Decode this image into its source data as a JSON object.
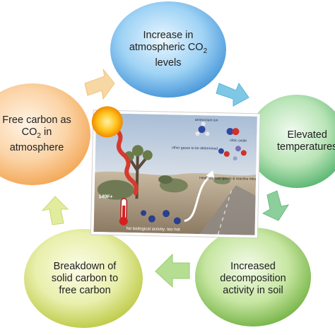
{
  "nodes": [
    {
      "id": "top",
      "lines": [
        "Increase in",
        "atmospheric CO",
        "levels"
      ],
      "sub": "2",
      "color": "#3d8fd6"
    },
    {
      "id": "right",
      "lines": [
        "Elevated",
        "temperatures"
      ],
      "color": "#4fb06a"
    },
    {
      "id": "bottom-right",
      "lines": [
        "Increased",
        "decomposition",
        "activity in soil"
      ],
      "color": "#6cae3c"
    },
    {
      "id": "bottom-left",
      "lines": [
        "Breakdown of",
        "solid carbon to",
        "free carbon"
      ],
      "color": "#b8c63a"
    },
    {
      "id": "left",
      "lines": [
        "Free carbon as",
        "CO",
        " in",
        "atmosphere"
      ],
      "sub": "2",
      "color": "#f2a24e"
    }
  ],
  "arrows": {
    "colors": [
      "#7ec8e6",
      "#8ccf9a",
      "#b5de93",
      "#e1ec9d",
      "#f7d7a3"
    ]
  },
  "photo": {
    "temperature": "140F+",
    "no_activity": "No biological activity: too hot",
    "label_ammonium": "ammonium ion",
    "label_nitric_oxide": "nitric oxide",
    "label_other_gases": "other gases to be determined",
    "label_heat": "Heat releases gases & reactive nitrogen species"
  },
  "colors": {
    "sky": "#cfd9e6",
    "ground": "#b9a892",
    "road": "#8f8a84"
  }
}
